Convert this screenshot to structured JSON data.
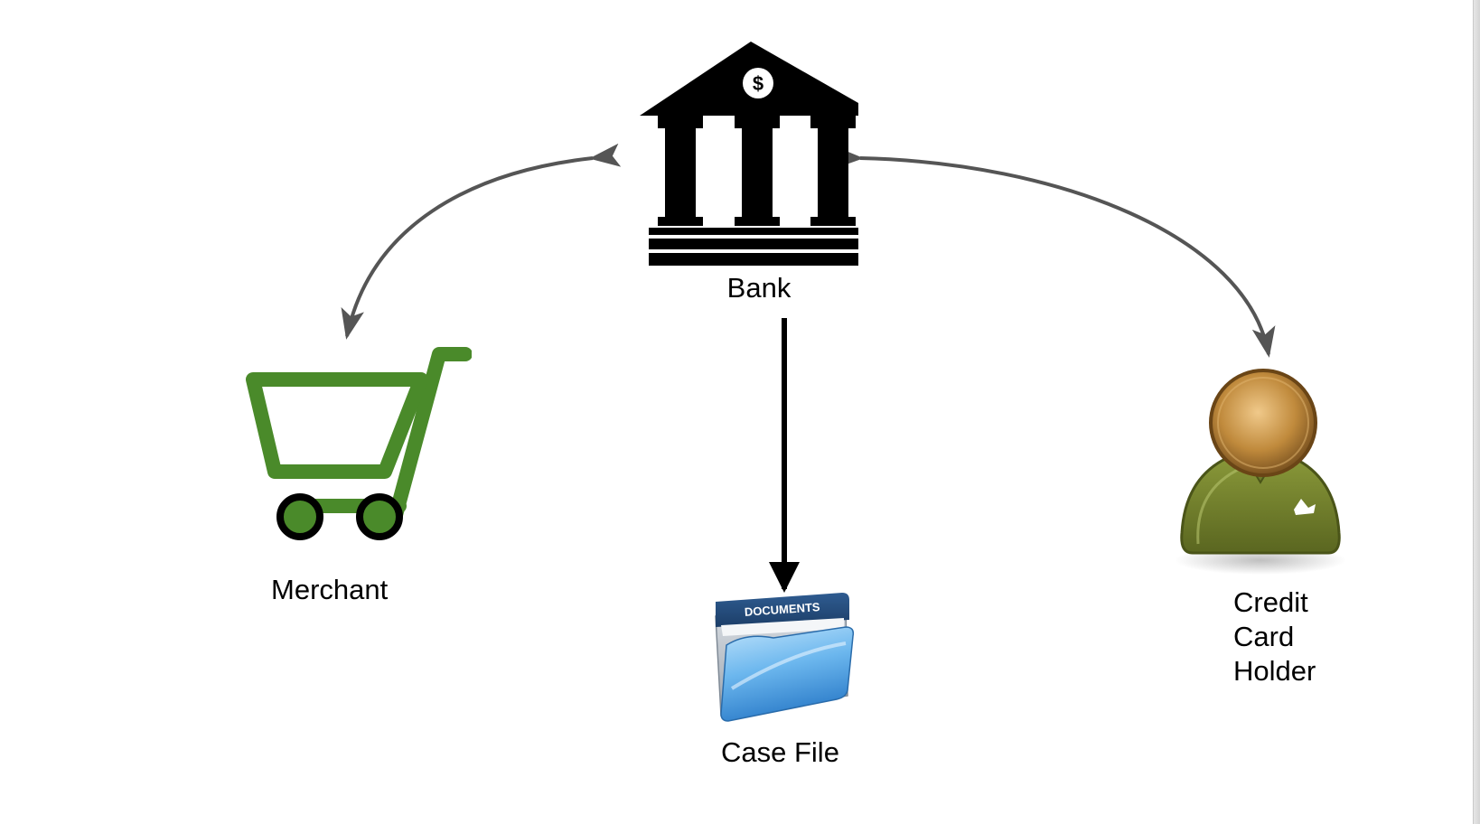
{
  "diagram": {
    "nodes": {
      "bank": {
        "label": "Bank",
        "icon": "bank-icon",
        "badge": "$"
      },
      "merchant": {
        "label": "Merchant",
        "icon": "shopping-cart-icon",
        "color": "#4a8a2a"
      },
      "case_file": {
        "label": "Case File",
        "icon": "documents-folder-icon",
        "folder_tab_text": "DOCUMENTS",
        "color": "#3a8fd9"
      },
      "card_holder": {
        "label_lines": [
          "Credit",
          "Card",
          "Holder"
        ],
        "icon": "user-icon",
        "color": "#5f6b1f"
      }
    },
    "edges": [
      {
        "from": "bank",
        "to": "merchant",
        "direction": "both",
        "color": "#555555"
      },
      {
        "from": "bank",
        "to": "card_holder",
        "direction": "both",
        "color": "#555555"
      },
      {
        "from": "bank",
        "to": "case_file",
        "direction": "forward",
        "color": "#000000"
      }
    ]
  }
}
